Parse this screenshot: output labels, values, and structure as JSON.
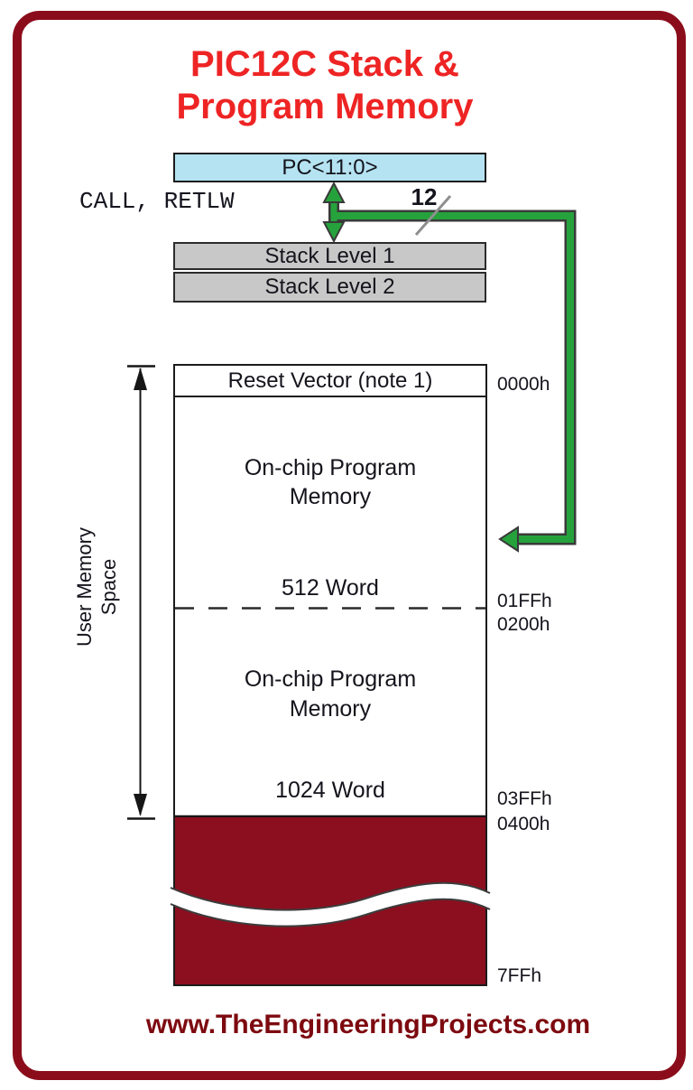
{
  "title": {
    "line1": "PIC12C Stack &",
    "line2": "Program Memory"
  },
  "pc_box": {
    "label": "PC<11:0>"
  },
  "call_retlw_label": "CALL, RETLW",
  "bus_width_label": "12",
  "stack_boxes": {
    "level1": "Stack Level 1",
    "level2": "Stack Level 2"
  },
  "memory_map": {
    "reset_vector_label": "Reset Vector (note 1)",
    "region_512": {
      "line1": "On-chip Program",
      "line2": "Memory",
      "size_label": "512 Word"
    },
    "region_1024": {
      "line1": "On-chip Program",
      "line2": "Memory",
      "size_label": "1024 Word"
    }
  },
  "addresses": [
    "0000h",
    "01FFh",
    "0200h",
    "03FFh",
    "0400h",
    "7FFh"
  ],
  "user_memory_space": {
    "line1": "User Memory",
    "line2": "Space"
  },
  "footer": {
    "url": "www.TheEngineeringProjects.com"
  },
  "colors": {
    "border_maroon": "#8b0d1b",
    "title_red": "#ee2424",
    "pc_fill": "#b5e3f2",
    "stack_fill": "#c8c8c8",
    "green_arrow": "#26a23c",
    "unimplemented_fill": "#8c0f1f",
    "footer_maroon": "#7d0a10"
  }
}
